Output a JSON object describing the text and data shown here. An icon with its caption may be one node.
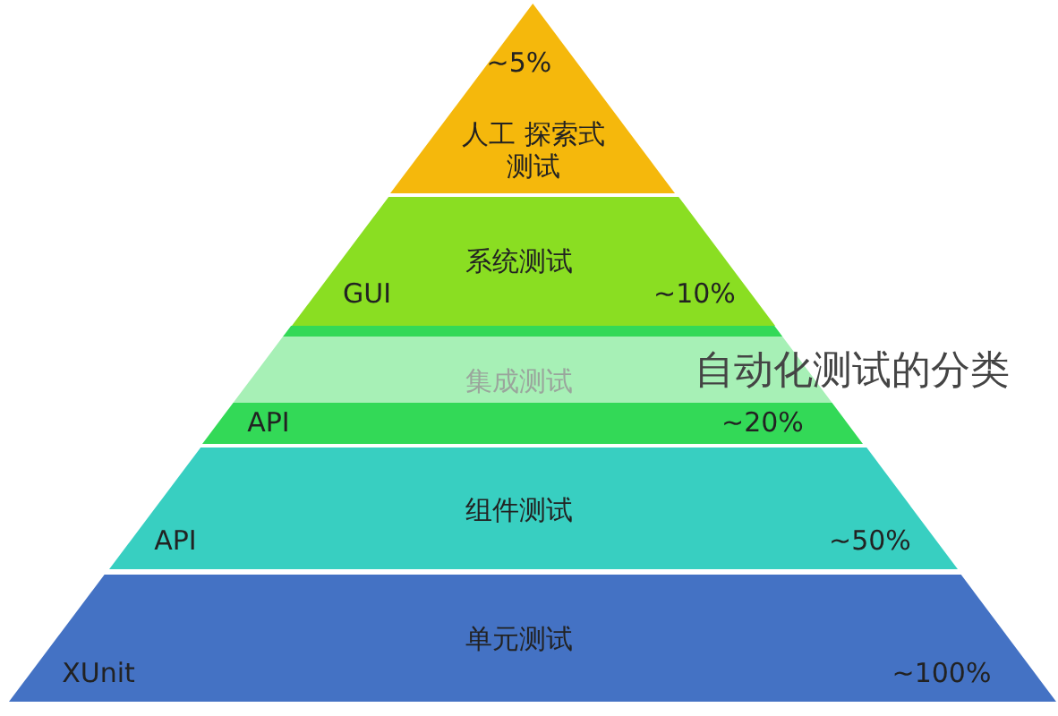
{
  "diagram": {
    "title": "自动化测试的分类",
    "nodes": [
      {
        "text": [
          "~5%",
          "人工 探索式测试"
        ]
      },
      {
        "text": [
          "系统测试",
          "GUI",
          "~10%"
        ]
      },
      {
        "text": [
          "集成测试",
          "API",
          "~20%"
        ]
      },
      {
        "text": [
          "组件测试",
          "API",
          "~50%"
        ]
      },
      {
        "text": [
          "单元测试",
          "XUnit",
          "~100%"
        ]
      }
    ]
  }
}
